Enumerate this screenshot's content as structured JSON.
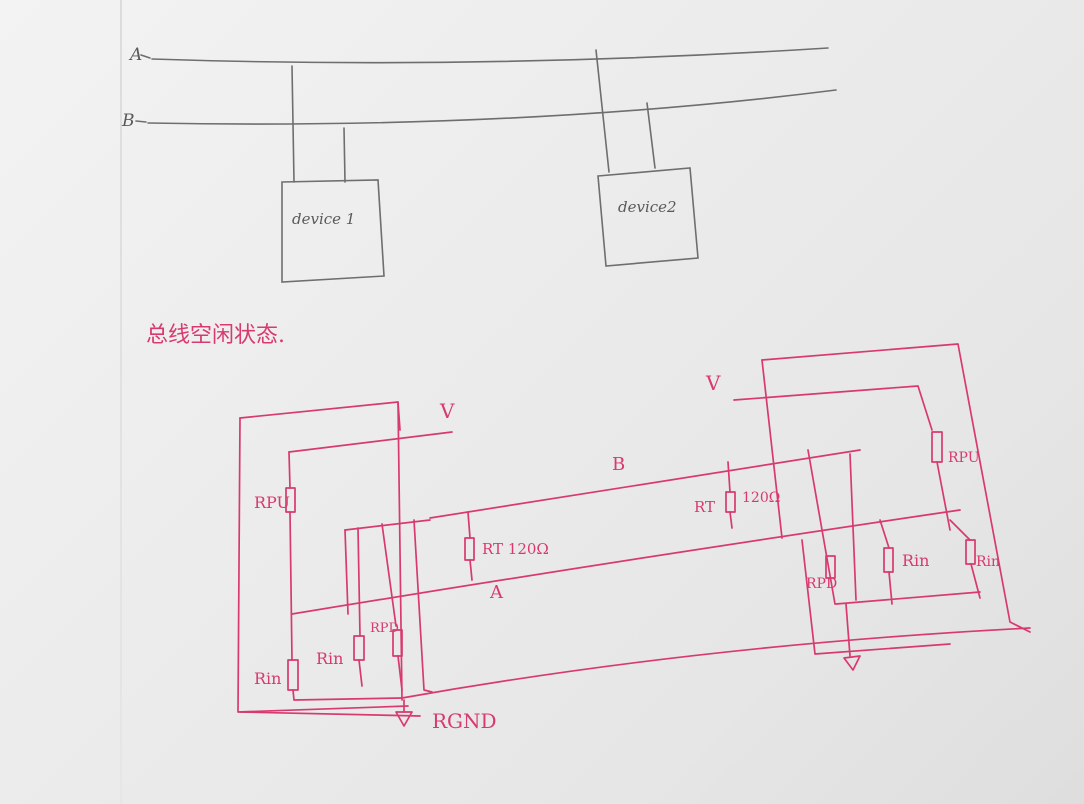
{
  "top_diagram": {
    "line_a_label": "A",
    "line_b_label": "B",
    "device1_label": "device 1",
    "device2_label": "device2"
  },
  "caption": "总线空闲状态.",
  "circuit": {
    "v_left": "V",
    "v_right": "V",
    "bus_b_label": "B",
    "bus_a_label": "A",
    "rpu_left": "RPU",
    "rt_left": "RT 120Ω",
    "rt_right_name": "RT",
    "rt_right_value": "120Ω",
    "rin_left_outer": "Rin",
    "rin_left_inner": "Rin",
    "rpd_left": "RPD",
    "rpu_right": "RPU",
    "rpd_right": "RPD",
    "rin_right_a": "Rin",
    "rin_right_b": "Rin",
    "ground_label": "RGND"
  },
  "colors": {
    "pencil": "#6e6e6e",
    "red_ink": "#d83a6e",
    "paper": "#ececec"
  }
}
